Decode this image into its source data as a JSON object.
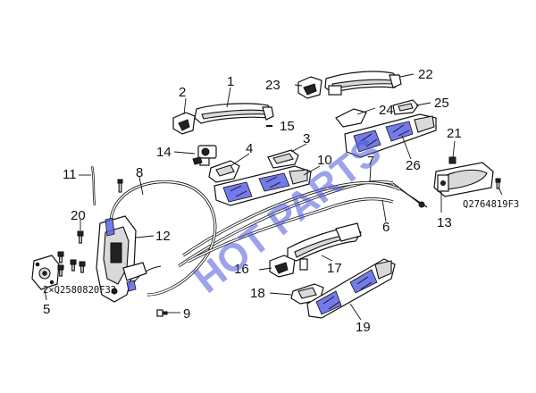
{
  "callouts": {
    "c1": "1",
    "c2": "2",
    "c3": "3",
    "c4": "4",
    "c5": "5",
    "c6": "6",
    "c7": "7",
    "c8": "8",
    "c9": "9",
    "c10": "10",
    "c11": "11",
    "c12": "12",
    "c13": "13",
    "c14": "14",
    "c15": "15",
    "c16": "16",
    "c17": "17",
    "c18": "18",
    "c19": "19",
    "c20": "20",
    "c21": "21",
    "c22": "22",
    "c23": "23",
    "c24": "24",
    "c25": "25",
    "c26": "26"
  },
  "codes": {
    "screw_left": "2×Q2580820F32",
    "screw_right": "Q2764819F3"
  },
  "watermark": "HOT PARTS",
  "colors": {
    "watermark": "#4b57d8",
    "line": "#111111",
    "background": "#ffffff"
  }
}
